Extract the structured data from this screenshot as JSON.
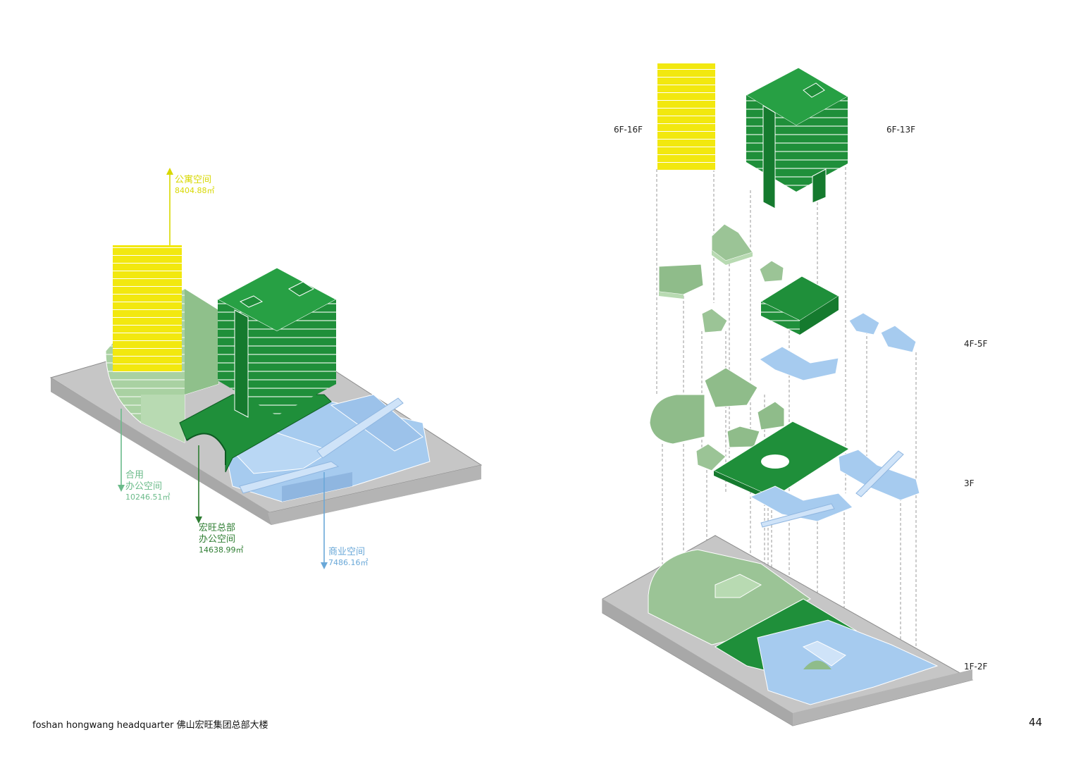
{
  "labels": {
    "apartment": {
      "name": "公寓空间",
      "area": "8404.88㎡",
      "color": "#d8d800"
    },
    "shared_office": {
      "name_line1": "合用",
      "name_line2": "办公空间",
      "area": "10246.51㎡",
      "color": "#6bbb8a"
    },
    "hq_office": {
      "name_line1": "宏旺总部",
      "name_line2": "办公空间",
      "area": "14638.99㎡",
      "color": "#2e7d32"
    },
    "commercial": {
      "name": "商业空间",
      "area": "7486.16㎡",
      "color": "#6aa8d8"
    }
  },
  "floors": {
    "f6_16": "6F-16F",
    "f6_13": "6F-13F",
    "f4_5": "4F-5F",
    "f3": "3F",
    "f1_2": "1F-2F"
  },
  "caption": "foshan hongwang headquarter 佛山宏旺集团总部大楼",
  "page_number": "44",
  "colors": {
    "yellow": "#f2e80f",
    "dark_green": "#1f8f3a",
    "light_green": "#9fcb98",
    "blue": "#a6cbef",
    "base_gray": "#c8c8c8"
  }
}
